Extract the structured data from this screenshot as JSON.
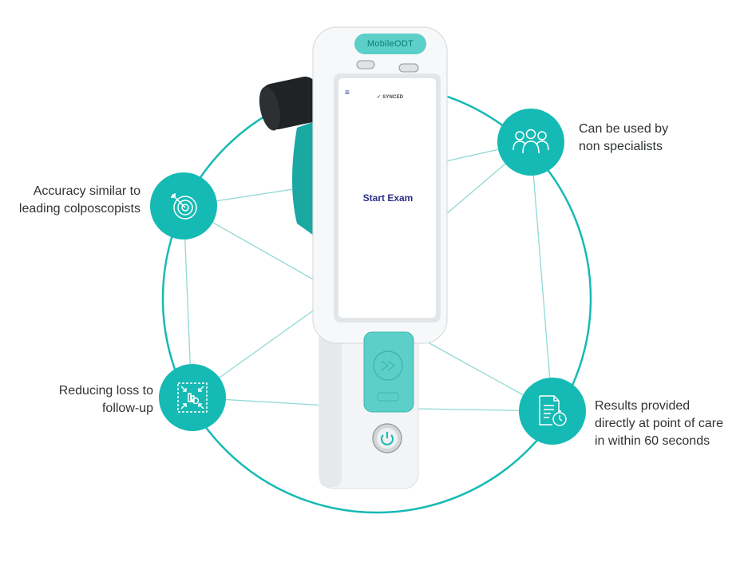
{
  "features": {
    "accuracy": {
      "line1": "Accuracy similar to",
      "line2": "leading colposcopists",
      "icon": "target-icon"
    },
    "non_specialists": {
      "line1": "Can be used by",
      "line2": "non specialists",
      "icon": "people-icon"
    },
    "loss_followup": {
      "line1": "Reducing loss to",
      "line2": "follow-up",
      "icon": "focus-icon"
    },
    "results": {
      "line1": "Results provided",
      "line2": "directly at point of care",
      "line3": "in within 60 seconds",
      "icon": "report-timer-icon"
    }
  },
  "device": {
    "brand": "MobileODT",
    "status": "SYNCED",
    "button_label": "Start Exam"
  },
  "colors": {
    "teal": "#16bab4",
    "line": "#8fd9d4",
    "text": "#2f3336",
    "navy": "#2b2f86"
  }
}
